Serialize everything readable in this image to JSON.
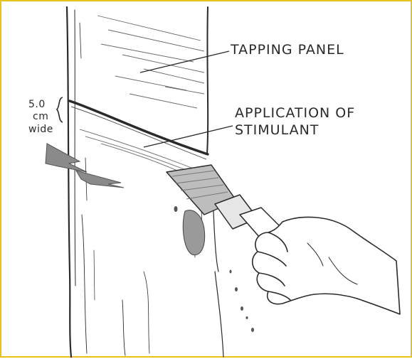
{
  "labels": {
    "tapping_panel": "TAPPING PANEL",
    "application_line1": "APPLICATION OF",
    "application_line2": "STIMULANT",
    "width_value": "5.0",
    "width_unit": "cm",
    "width_word": "wide"
  },
  "colors": {
    "frame_border": "#e8c21c",
    "ink": "#2a2a2a",
    "shade": "#8a8a8a"
  },
  "icons": [
    "tree-trunk",
    "brush",
    "hand",
    "arrow-left",
    "droplets"
  ]
}
